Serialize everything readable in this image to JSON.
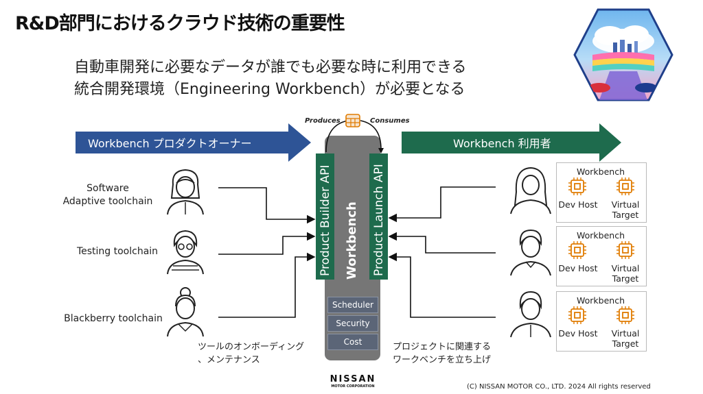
{
  "title": "R&D部門におけるクラウド技術の重要性",
  "subtitle_lines": [
    "自動車開発に必要なデータが誰でも必要な時に利用できる",
    "統合開発環境（Engineering Workbench）が必要となる"
  ],
  "left_arrow_label": "Workbench プロダクトオーナー",
  "right_arrow_label": "Workbench 利用者",
  "produces_label": "Produces",
  "consumes_label": "Consumes",
  "toolchains": [
    {
      "lines": [
        "Software",
        "Adaptive toolchain"
      ]
    },
    {
      "lines": [
        "Testing toolchain"
      ]
    },
    {
      "lines": [
        "Blackberry toolchain"
      ]
    }
  ],
  "center": {
    "builder_api": "Product Builder API",
    "workbench": "Workbench",
    "launch_api": "Product Launch API",
    "services": [
      "Scheduler",
      "Security",
      "Cost"
    ]
  },
  "workbench_boxes": [
    {
      "title": "Workbench",
      "items": [
        [
          "Dev Host"
        ],
        [
          "Virtual",
          "Target"
        ]
      ]
    },
    {
      "title": "Workbench",
      "items": [
        [
          "Dev Host"
        ],
        [
          "Virtual",
          "Target"
        ]
      ]
    },
    {
      "title": "Workbench",
      "items": [
        [
          "Dev Host"
        ],
        [
          "Virtual",
          "Target"
        ]
      ]
    }
  ],
  "left_note": [
    "ツールのオンボーディング",
    "、メンテナンス"
  ],
  "right_note": [
    "プロジェクトに関連する",
    "ワークベンチを立ち上げ"
  ],
  "logo": {
    "name": "NISSAN",
    "sub": "MOTOR CORPORATION"
  },
  "copyright": "(C) NISSAN MOTOR CO., LTD. 2024 All rights reserved",
  "colors": {
    "blue_arrow": "#2e5496",
    "green_arrow": "#1e6b4d",
    "api_green": "#1e6b4d",
    "center_gray": "#767676",
    "chip_orange": "#e07b00"
  }
}
